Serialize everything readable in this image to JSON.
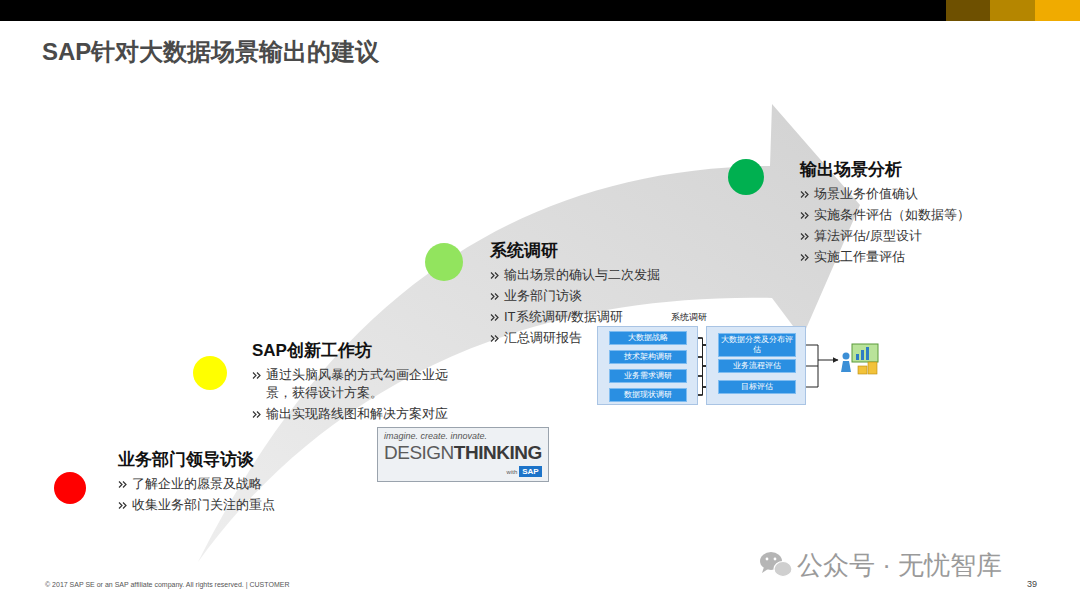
{
  "diagram": {
    "title": "SAP针对大数据场景输出的建议",
    "nodes": [
      {
        "text": [
          "业务部门领导访谈",
          "了解企业的愿景及战略",
          "收集业务部门关注的重点"
        ]
      },
      {
        "text": [
          "SAP创新工作坊",
          "通过头脑风暴的方式勾画企业远景，获得设计方案。",
          "输出实现路线图和解决方案对应"
        ]
      },
      {
        "text": [
          "imagine. create. innovate.",
          "DESIGN",
          "THINKING",
          "with",
          "SAP"
        ]
      },
      {
        "text": [
          "系统调研",
          "输出场景的确认与二次发掘",
          "业务部门访谈",
          "IT系统调研/数据调研",
          "汇总调研报告"
        ]
      },
      {
        "text": [
          "系统调研"
        ]
      },
      {
        "text": [
          "大数据战略"
        ],
        "in": 4
      },
      {
        "text": [
          "技术架构调研"
        ],
        "in": 4
      },
      {
        "text": [
          "业务需求调研"
        ],
        "in": 4
      },
      {
        "text": [
          "数据现状调研"
        ],
        "in": 4
      },
      {
        "text": [
          "大数据分类及分布评估"
        ],
        "in": 4
      },
      {
        "text": [
          "业务流程评估"
        ],
        "in": 4
      },
      {
        "text": [
          "目标评估"
        ],
        "in": 4
      },
      {
        "text": [
          "输出场景分析",
          "场景业务价值确认",
          "实施条件评估（如数据等）",
          "算法评估/原型设计",
          "实施工作量评估"
        ]
      }
    ],
    "edges": [
      {
        "from": 5,
        "to": 9,
        "arrow": "to"
      },
      {
        "from": 5,
        "to": 10,
        "arrow": "to"
      },
      {
        "from": 5,
        "to": 11,
        "arrow": "to"
      },
      {
        "from": 6,
        "to": 9,
        "arrow": "to"
      },
      {
        "from": 6,
        "to": 10,
        "arrow": "to"
      },
      {
        "from": 6,
        "to": 11,
        "arrow": "to"
      },
      {
        "from": 7,
        "to": 9,
        "arrow": "to"
      },
      {
        "from": 7,
        "to": 10,
        "arrow": "to"
      },
      {
        "from": 7,
        "to": 11,
        "arrow": "to"
      },
      {
        "from": 8,
        "to": 9,
        "arrow": "to"
      },
      {
        "from": 8,
        "to": 10,
        "arrow": "to"
      },
      {
        "from": 8,
        "to": 11,
        "arrow": "to"
      }
    ],
    "labels": [
      "© 2017 SAP SE or an SAP affiliate company. All rights reserved. | CUSTOMER",
      "39",
      "公众号 · 无忧智库"
    ]
  }
}
